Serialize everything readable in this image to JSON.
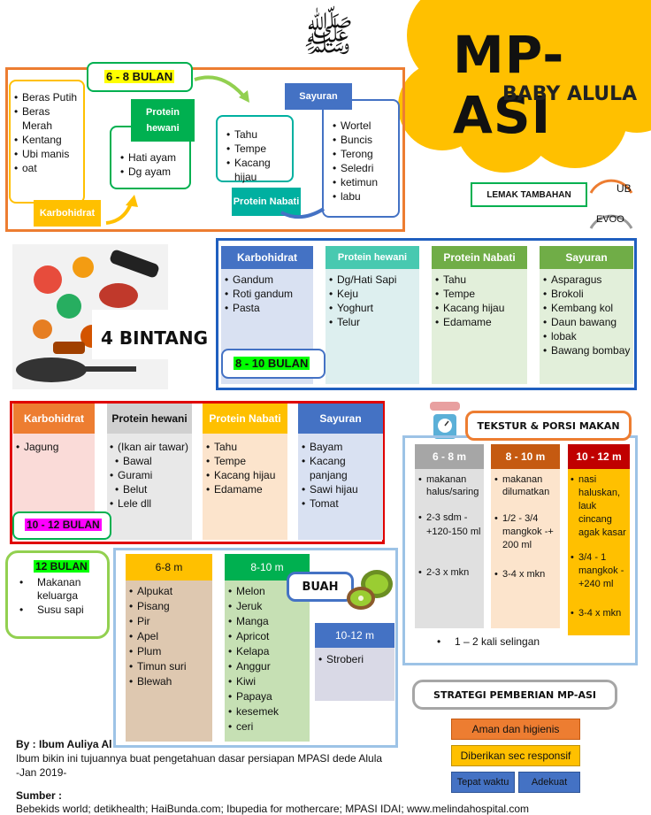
{
  "title": {
    "main": "MP-ASI",
    "sub": "BABY ALULA",
    "calligraphy": "ﷺ"
  },
  "colors": {
    "cloud": "#FFC000",
    "orange": "#ED7D31",
    "green": "#00B050",
    "blue": "#4472C4",
    "red": "#E00000",
    "teal": "#00B0A0"
  },
  "section1": {
    "badge": "6 - 8 BULAN",
    "karbohidrat": {
      "label": "Karbohidrat",
      "items": [
        "Beras Putih",
        "Beras Merah",
        "Kentang",
        "Ubi manis",
        "oat"
      ]
    },
    "protein_hewani": {
      "label": "Protein hewani",
      "items": [
        "Hati ayam",
        "Dg ayam"
      ]
    },
    "protein_nabati": {
      "label": "Protein Nabati",
      "items": [
        "Tahu",
        "Tempe",
        "Kacang hijau"
      ]
    },
    "sayuran": {
      "label": "Sayuran",
      "items": [
        "Wortel",
        "Buncis",
        "Terong",
        "Seledri",
        "ketimun",
        "labu"
      ]
    }
  },
  "lemak": {
    "label": "LEMAK TAMBAHAN",
    "ub": "UB",
    "evoo": "EVOO"
  },
  "bintang": "4 BINTANG",
  "section2": {
    "badge": "8 - 10 BULAN",
    "cols": [
      {
        "label": "Karbohidrat",
        "items": [
          "Gandum",
          "Roti gandum",
          "Pasta"
        ]
      },
      {
        "label": "Protein hewani",
        "items": [
          "Dg/Hati Sapi",
          "Keju",
          "Yoghurt",
          "Telur"
        ]
      },
      {
        "label": "Protein Nabati",
        "items": [
          "Tahu",
          "Tempe",
          "Kacang hijau",
          "Edamame"
        ]
      },
      {
        "label": "Sayuran",
        "items": [
          "Asparagus",
          "Brokoli",
          "Kembang kol",
          "Daun bawang",
          "lobak",
          "Bawang bombay"
        ]
      }
    ]
  },
  "section3": {
    "badge": "10 - 12 BULAN",
    "cols": [
      {
        "label": "Karbohidrat",
        "items": [
          "Jagung"
        ]
      },
      {
        "label": "Protein hewani",
        "items": [
          "(Ikan air tawar)",
          "Bawal",
          "Gurami",
          "Belut",
          "Lele dll"
        ]
      },
      {
        "label": "Protein Nabati",
        "items": [
          "Tahu",
          "Tempe",
          "Kacang hijau",
          "Edamame"
        ]
      },
      {
        "label": "Sayuran",
        "items": [
          "Bayam",
          "Kacang panjang",
          "Sawi hijau",
          "Tomat"
        ]
      }
    ]
  },
  "tekstur": {
    "label": "TEKSTUR & PORSI MAKAN",
    "cols": [
      {
        "label": "6 - 8 m",
        "items": [
          "makanan halus/saring",
          "2-3 sdm -+120-150 ml",
          "2-3 x mkn"
        ]
      },
      {
        "label": "8 - 10 m",
        "items": [
          "makanan dilumatkan",
          "1/2 - 3/4 mangkok -+ 200 ml",
          "3-4 x mkn"
        ]
      },
      {
        "label": "10 - 12 m",
        "items": [
          "nasi haluskan, lauk cincang agak kasar",
          "3/4 - 1 mangkok -+240 ml",
          "3-4 x mkn"
        ]
      }
    ],
    "note": "1 – 2 kali selingan"
  },
  "dua_belas": {
    "label": "12 BULAN",
    "items": [
      "Makanan keluarga",
      "Susu sapi"
    ]
  },
  "buah": {
    "label": "BUAH",
    "cols": [
      {
        "label": "6-8 m",
        "items": [
          "Alpukat",
          "Pisang",
          "Pir",
          "Apel",
          "Plum",
          "Timun suri",
          "Blewah"
        ]
      },
      {
        "label": "8-10 m",
        "items": [
          "Melon",
          "Jeruk",
          "Manga",
          "Apricot",
          "Kelapa",
          "Anggur",
          "Kiwi",
          "Papaya",
          "kesemek",
          "ceri"
        ]
      },
      {
        "label": "10-12 m",
        "items": [
          "Stroberi"
        ]
      }
    ]
  },
  "strategi": {
    "label": "STRATEGI PEMBERIAN MP-ASI",
    "items": [
      "Aman dan higienis",
      "Diberikan sec responsif",
      "Tepat waktu",
      "Adekuat"
    ]
  },
  "footer": {
    "by": "By : Ibum Auliya Al",
    "desc": "Ibum bikin ini tujuannya buat pengetahuan dasar persiapan MPASI dede Alula",
    "date": "-Jan 2019-",
    "sumber_label": "Sumber :",
    "sumber": "Bebekids world; detikhealth; HaiBunda.com; Ibupedia for mothercare; MPASI IDAI; www.melindahospital.com"
  }
}
